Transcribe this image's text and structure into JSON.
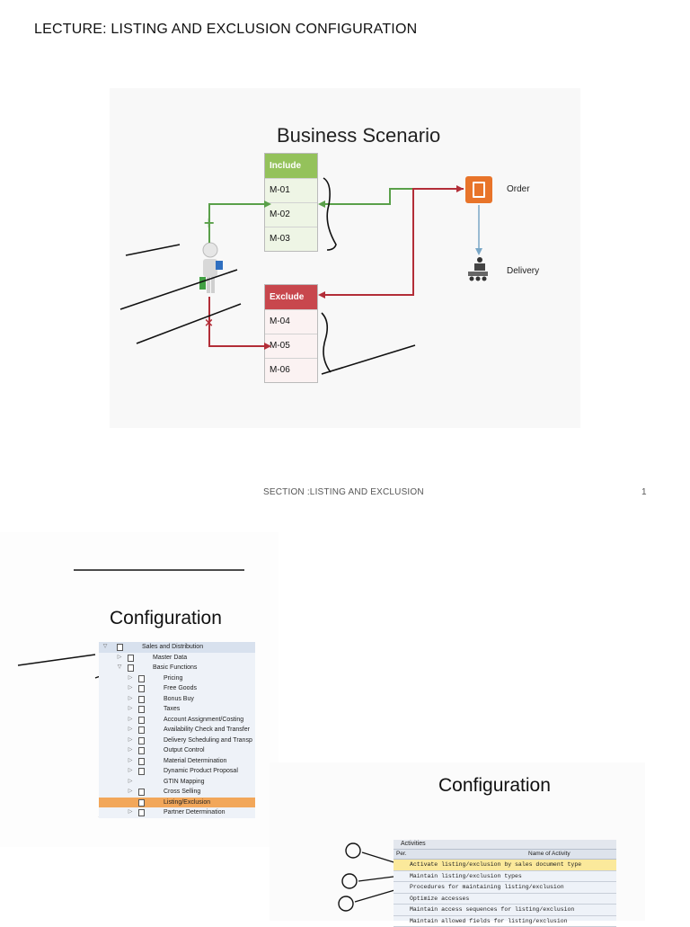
{
  "lecture_title": "LECTURE: LISTING AND EXCLUSION CONFIGURATION",
  "slide1": {
    "heading": "Business Scenario",
    "include_table": {
      "header": "Include",
      "rows": [
        "M-01",
        "M-02",
        "M-03"
      ]
    },
    "exclude_table": {
      "header": "Exclude",
      "rows": [
        "M-04",
        "M-05",
        "M-06"
      ]
    },
    "order_label": "Order",
    "delivery_label": "Delivery",
    "colors": {
      "include": "#94c25b",
      "exclude": "#c8474d",
      "order": "#e8742a",
      "arrow_green": "#5aa04a",
      "arrow_red": "#b32e38",
      "arrow_blue": "#7aa7c7"
    }
  },
  "footer": {
    "section": "SECTION :LISTING AND EXCLUSION",
    "page": "1"
  },
  "slide2": {
    "heading": "Configuration",
    "tree": [
      {
        "label": "Sales and Distribution",
        "level": 0,
        "state": "header"
      },
      {
        "label": "Master Data",
        "level": 1
      },
      {
        "label": "Basic Functions",
        "level": 1
      },
      {
        "label": "Pricing",
        "level": 2
      },
      {
        "label": "Free Goods",
        "level": 2
      },
      {
        "label": "Bonus Buy",
        "level": 2
      },
      {
        "label": "Taxes",
        "level": 2
      },
      {
        "label": "Account Assignment/Costing",
        "level": 2
      },
      {
        "label": "Availability Check and Transfer",
        "level": 2
      },
      {
        "label": "Delivery Scheduling and Transp",
        "level": 2
      },
      {
        "label": "Output Control",
        "level": 2
      },
      {
        "label": "Material Determination",
        "level": 2
      },
      {
        "label": "Dynamic Product Proposal",
        "level": 2
      },
      {
        "label": "GTIN Mapping",
        "level": 2
      },
      {
        "label": "Cross Selling",
        "level": 2
      },
      {
        "label": "Listing/Exclusion",
        "level": 2,
        "state": "selected"
      },
      {
        "label": "Partner Determination",
        "level": 2
      }
    ]
  },
  "slide3": {
    "heading": "Configuration",
    "panel_title": "Activities",
    "col_perf": "Per.",
    "col_name": "Name of Activity",
    "rows": [
      "Activate listing/exclusion by sales document type",
      "Maintain listing/exclusion types",
      "Procedures for maintaining listing/exclusion",
      "Optimize accesses",
      "Maintain access sequences for listing/exclusion",
      "Maintain allowed fields for listing/exclusion"
    ]
  }
}
